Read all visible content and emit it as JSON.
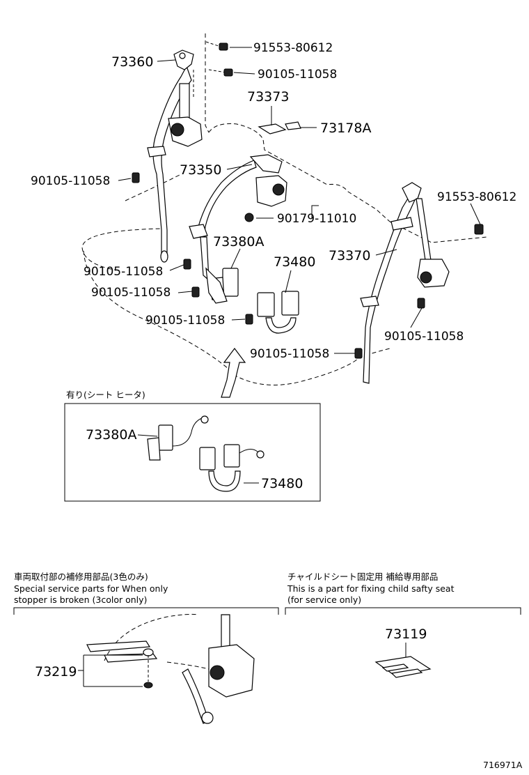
{
  "parts": {
    "p73360": "73360",
    "p91553_top": "91553-80612",
    "p90105_top": "90105-11058",
    "p73373": "73373",
    "p73178A": "73178A",
    "p90105_left": "90105-11058",
    "p73350": "73350",
    "p91553_right": "91553-80612",
    "p90179": "90179-11010",
    "p73380A": "73380A",
    "p73370": "73370",
    "p73480": "73480",
    "p90105_mid1": "90105-11058",
    "p90105_mid2": "90105-11058",
    "p90105_mid3": "90105-11058",
    "p90105_right": "90105-11058",
    "p90105_bottom": "90105-11058"
  },
  "heater_box": {
    "caption": "有り(シート ヒータ)",
    "p73380A": "73380A",
    "p73480": "73480"
  },
  "special_parts": {
    "title_jp": "車両取付部の補修用部品(3色のみ)",
    "title_en_1": "Special service parts for When only",
    "title_en_2": "stopper is broken (3color only)",
    "p73219": "73219"
  },
  "child_seat": {
    "title_jp": "チャイルドシート固定用 補給専用部品",
    "title_en_1": "This is a part for fixing child safty seat",
    "title_en_2": "(for service only)",
    "p73119": "73119"
  },
  "diagram_id": "716971A"
}
